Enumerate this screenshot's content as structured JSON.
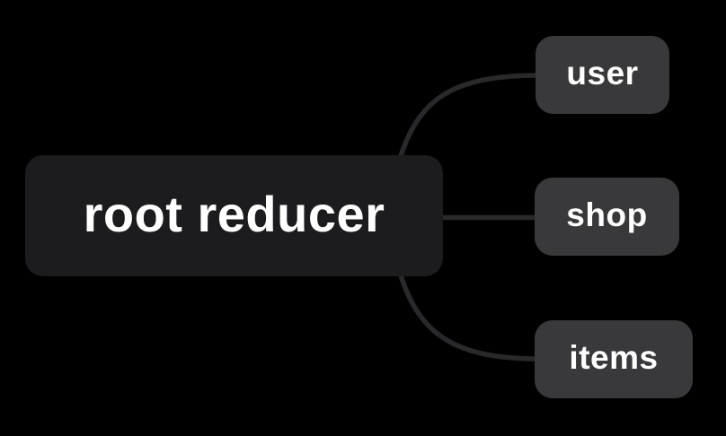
{
  "diagram": {
    "type": "mindmap",
    "root": {
      "label": "root reducer"
    },
    "children": [
      {
        "label": "user"
      },
      {
        "label": "shop"
      },
      {
        "label": "items"
      }
    ],
    "colors": {
      "background": "#000000",
      "root_fill": "#1c1c1e",
      "child_fill": "#39393b",
      "text": "#ffffff",
      "connector": "#29292b"
    }
  }
}
